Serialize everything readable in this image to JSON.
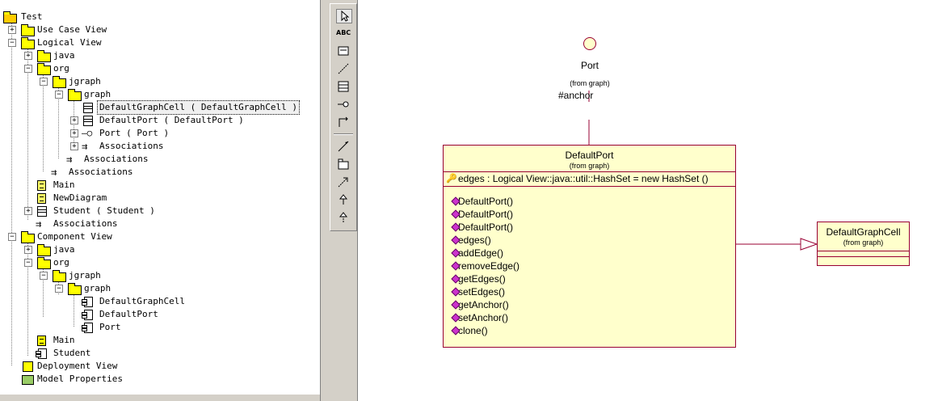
{
  "tree": {
    "nodes": [
      {
        "label": "Test",
        "icon": "model-icon"
      },
      {
        "label": "Use Case View",
        "icon": "folder-icon"
      },
      {
        "label": "Logical View",
        "icon": "folder-icon"
      },
      {
        "label": "java",
        "icon": "folder-icon"
      },
      {
        "label": "org",
        "icon": "folder-icon"
      },
      {
        "label": "jgraph",
        "icon": "folder-icon"
      },
      {
        "label": "graph",
        "icon": "folder-icon"
      },
      {
        "label": "DefaultGraphCell ( DefaultGraphCell )",
        "icon": "class-icon"
      },
      {
        "label": "DefaultPort ( DefaultPort )",
        "icon": "class-icon"
      },
      {
        "label": "Port ( Port )",
        "icon": "interface-icon"
      },
      {
        "label": "Associations",
        "icon": "association-icon"
      },
      {
        "label": "Associations",
        "icon": "association-icon"
      },
      {
        "label": "Associations",
        "icon": "association-icon"
      },
      {
        "label": "Main",
        "icon": "diagram-icon"
      },
      {
        "label": "NewDiagram",
        "icon": "diagram-icon"
      },
      {
        "label": "Student ( Student )",
        "icon": "class-icon"
      },
      {
        "label": "Associations",
        "icon": "association-icon"
      },
      {
        "label": "Component View",
        "icon": "folder-icon"
      },
      {
        "label": "java",
        "icon": "folder-icon"
      },
      {
        "label": "org",
        "icon": "folder-icon"
      },
      {
        "label": "jgraph",
        "icon": "folder-icon"
      },
      {
        "label": "graph",
        "icon": "folder-icon"
      },
      {
        "label": "DefaultGraphCell",
        "icon": "component-icon"
      },
      {
        "label": "DefaultPort",
        "icon": "component-icon"
      },
      {
        "label": "Port",
        "icon": "component-icon"
      },
      {
        "label": "Main",
        "icon": "component-diagram-icon"
      },
      {
        "label": "Student",
        "icon": "component-icon"
      },
      {
        "label": "Deployment View",
        "icon": "deployment-icon"
      },
      {
        "label": "Model Properties",
        "icon": "properties-icon"
      }
    ]
  },
  "toolbox": {
    "tools": [
      {
        "icon": "select-arrow-icon"
      },
      {
        "icon": "text-box-icon",
        "label": "ABC"
      },
      {
        "icon": "note-icon"
      },
      {
        "icon": "anchor-note-icon"
      },
      {
        "icon": "class-tool-icon"
      },
      {
        "icon": "interface-tool-icon"
      },
      {
        "icon": "association-tool-icon"
      },
      {
        "icon": "aggregation-tool-icon"
      },
      {
        "icon": "package-tool-icon"
      },
      {
        "icon": "dependency-tool-icon"
      },
      {
        "icon": "generalization-tool-icon"
      },
      {
        "icon": "realize-tool-icon"
      }
    ]
  },
  "diagram": {
    "port": {
      "name": "Port",
      "from": "(from graph)"
    },
    "anchor_label": "#anchor",
    "default_port": {
      "name": "DefaultPort",
      "from": "(from graph)",
      "attributes": [
        "edges : Logical View::java::util::HashSet = new HashSet ()"
      ],
      "operations": [
        "DefaultPort()",
        "DefaultPort()",
        "DefaultPort()",
        "edges()",
        "addEdge()",
        "removeEdge()",
        "getEdges()",
        "setEdges()",
        "getAnchor()",
        "setAnchor()",
        "clone()"
      ]
    },
    "default_graph_cell": {
      "name": "DefaultGraphCell",
      "from": "(from graph)"
    },
    "colors": {
      "border": "#990033",
      "fill": "#ffffcc",
      "operation": "#cc33cc"
    }
  }
}
